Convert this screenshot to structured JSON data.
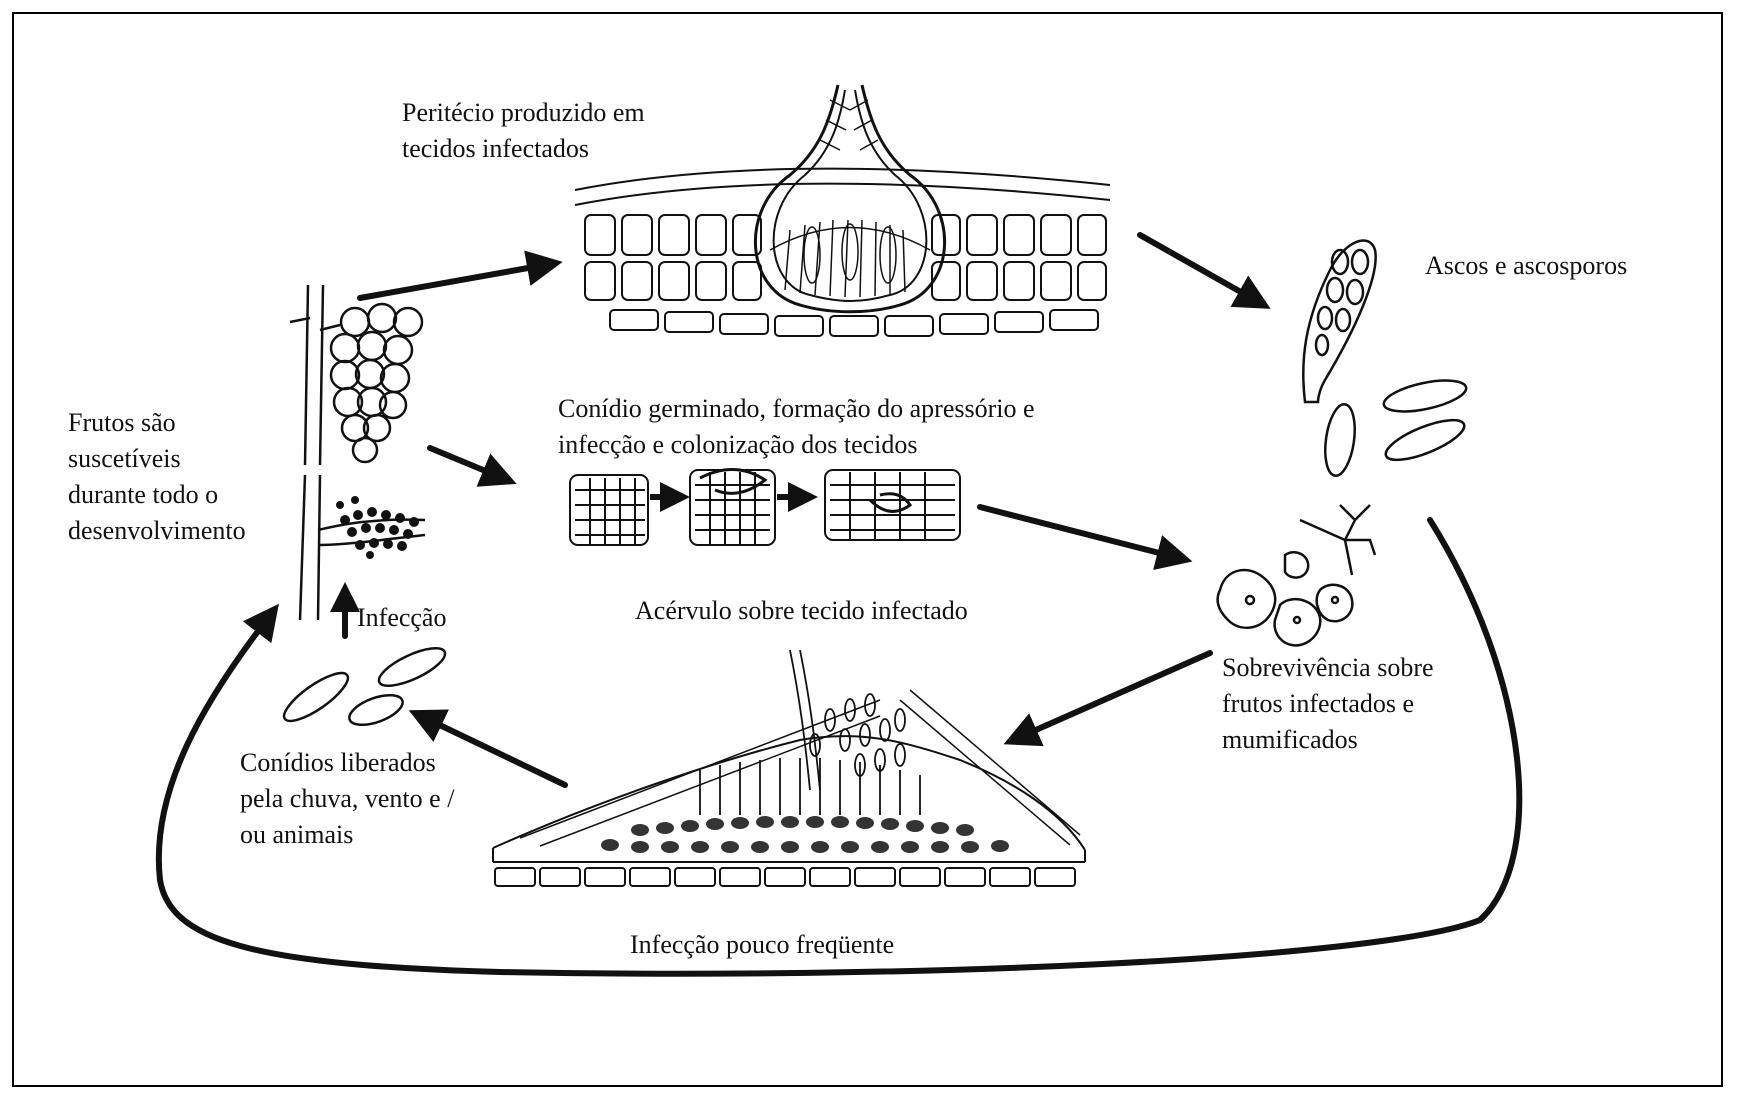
{
  "diagram": {
    "labels": {
      "peritecio": [
        "Peritécio produzido em",
        "tecidos infectados"
      ],
      "ascos": "Ascos e ascosporos",
      "frutos": [
        "Frutos são",
        "suscetíveis",
        "durante todo o",
        "desenvolvimento"
      ],
      "conidio_germinado": [
        "Conídio germinado, formação do apressório e",
        "infecção e colonização dos tecidos"
      ],
      "infeccao": "Infecção",
      "acervulo": "Acérvulo sobre tecido infectado",
      "sobrevivencia": [
        "Sobrevivência sobre",
        "frutos infectados e",
        "mumificados"
      ],
      "conidios_liberados": [
        "Conídios liberados",
        "pela chuva, vento e /",
        "ou animais"
      ],
      "infeccao_pouco": "Infecção pouco freqüente"
    },
    "colors": {
      "ink": "#111111",
      "background": "#ffffff"
    }
  }
}
